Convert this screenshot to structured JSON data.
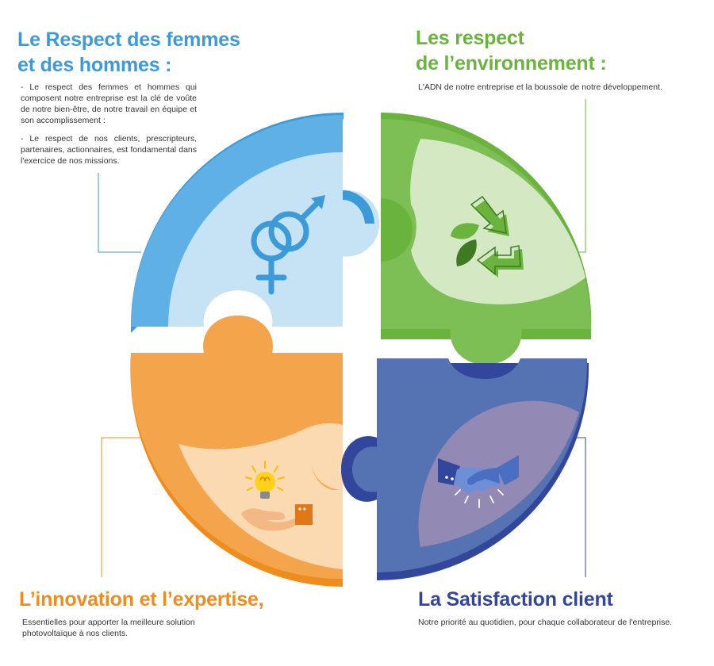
{
  "colors": {
    "respect": "#3b9bd9",
    "respect_dark": "#5fb0e4",
    "respect_light": "#c6e2f5",
    "environment": "#6ab43e",
    "environment_dark": "#7dbf55",
    "environment_light": "#d4e9c3",
    "innovation": "#ef8c1e",
    "innovation_dark": "#f4a44a",
    "innovation_light": "#fbdab2",
    "satisfaction": "#32479c",
    "satisfaction_dark": "#5572b2",
    "satisfaction_light": "#9289b5"
  },
  "sections": {
    "respect": {
      "title_line1": "Le Respect des femmes",
      "title_line2": "et des hommes :",
      "paragraph1": "- Le respect des femmes et hommes qui composent notre entreprise est la clé de voûte de notre bien-être, de notre travail en équipe et son accomplissement :",
      "paragraph2": "- Le respect de nos clients, prescripteurs, partenaires, actionnaires, est fondamental dans l'exercice de nos missions.",
      "icon": "gender-symbols-icon"
    },
    "environment": {
      "title_line1": "Les respect",
      "title_line2": "de l’environnement :",
      "paragraph": "L'ADN de notre entreprise et la boussole de notre développement.",
      "icon": "recycle-leaf-icon"
    },
    "innovation": {
      "title": "L’innovation et l’expertise,",
      "paragraph": "Essentielles pour apporter la meilleure solution photovoltaïque à nos clients.",
      "icon": "lightbulb-hand-icon"
    },
    "satisfaction": {
      "title": "La Satisfaction client",
      "paragraph": "Notre priorité au quotidien, pour chaque collaborateur de l'entreprise.",
      "icon": "handshake-icon"
    }
  }
}
